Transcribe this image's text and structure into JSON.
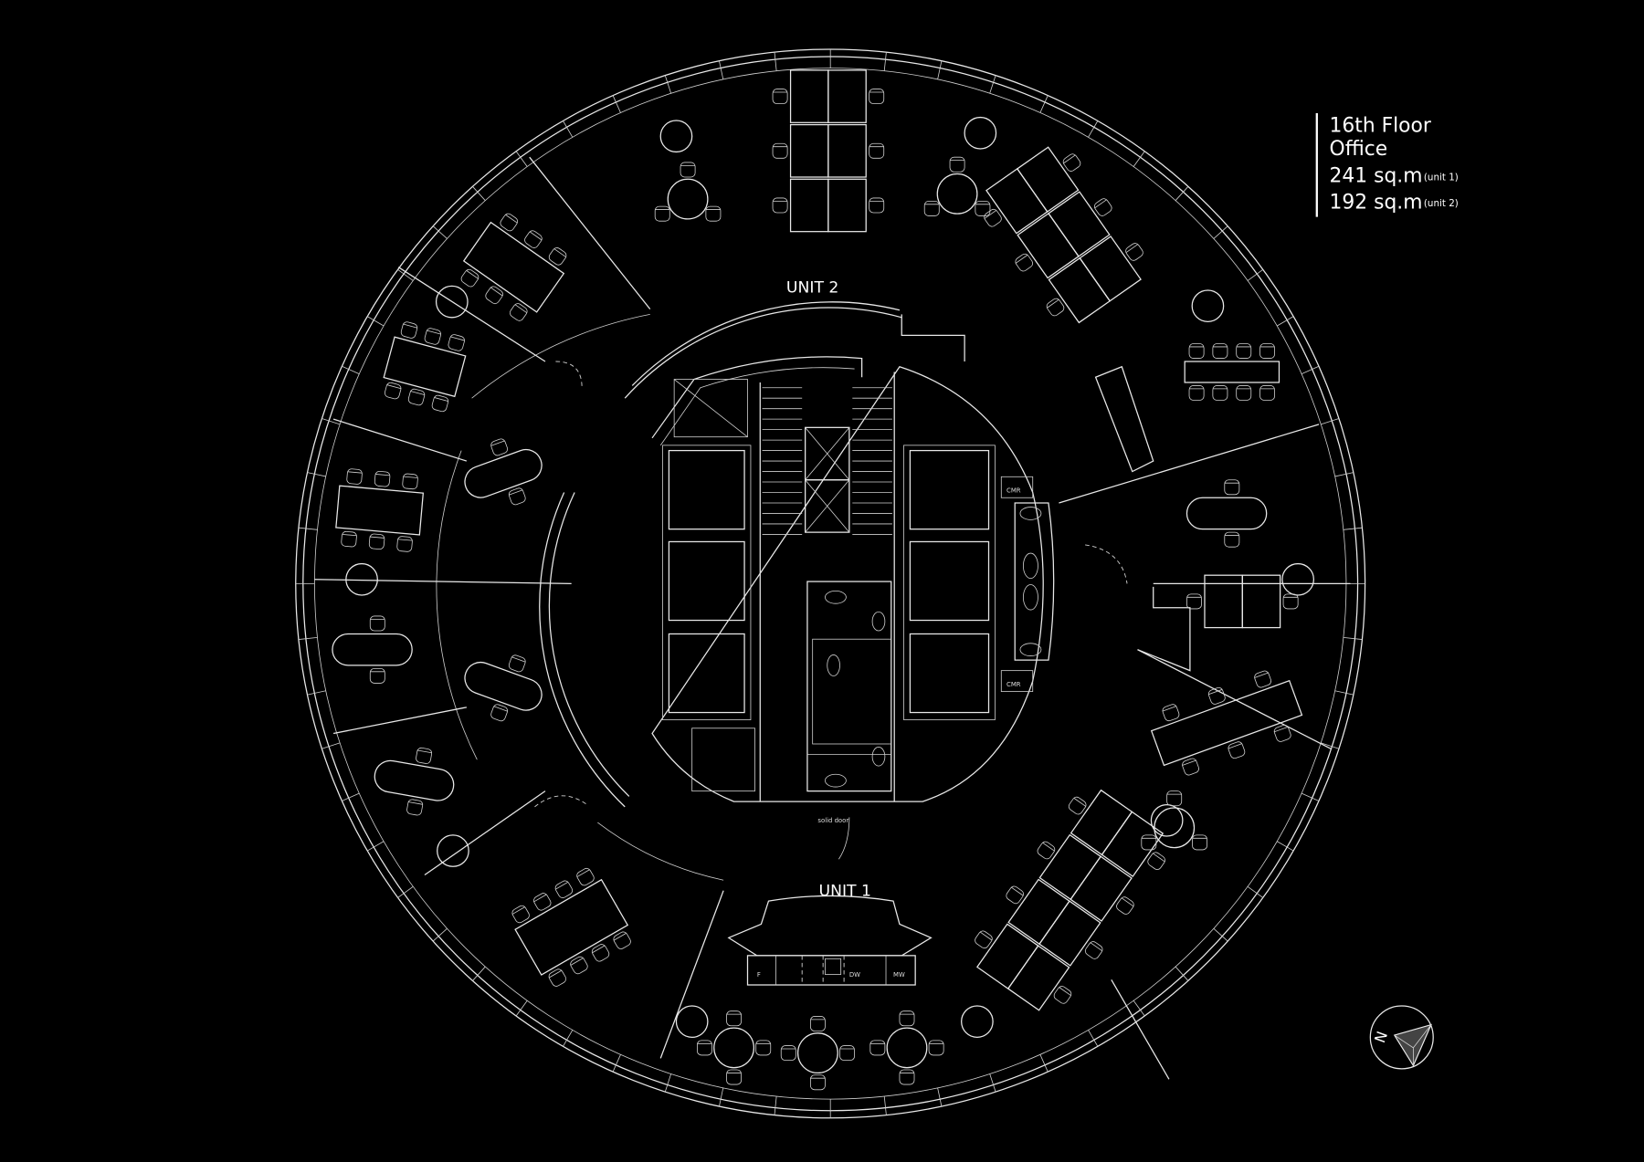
{
  "legend": {
    "title_line1": "16th Floor",
    "title_line2": "Office",
    "area_unit1": "241 sq.m",
    "area_unit1_note": "(unit 1)",
    "area_unit2": "192 sq.m",
    "area_unit2_note": "(unit 2)"
  },
  "units": {
    "unit1_label": "UNIT 1",
    "unit2_label": "UNIT 2"
  },
  "annotations": {
    "fridge": "F",
    "dishwasher": "DW",
    "microwave": "MW",
    "solid_door": "solid door",
    "cmr_top": "CMR",
    "cmr_bottom": "CMR"
  },
  "compass": {
    "north_letter": "N"
  },
  "colors": {
    "background": "#000000",
    "linework": "#e8e8e8",
    "compass_fill": "#444444"
  }
}
